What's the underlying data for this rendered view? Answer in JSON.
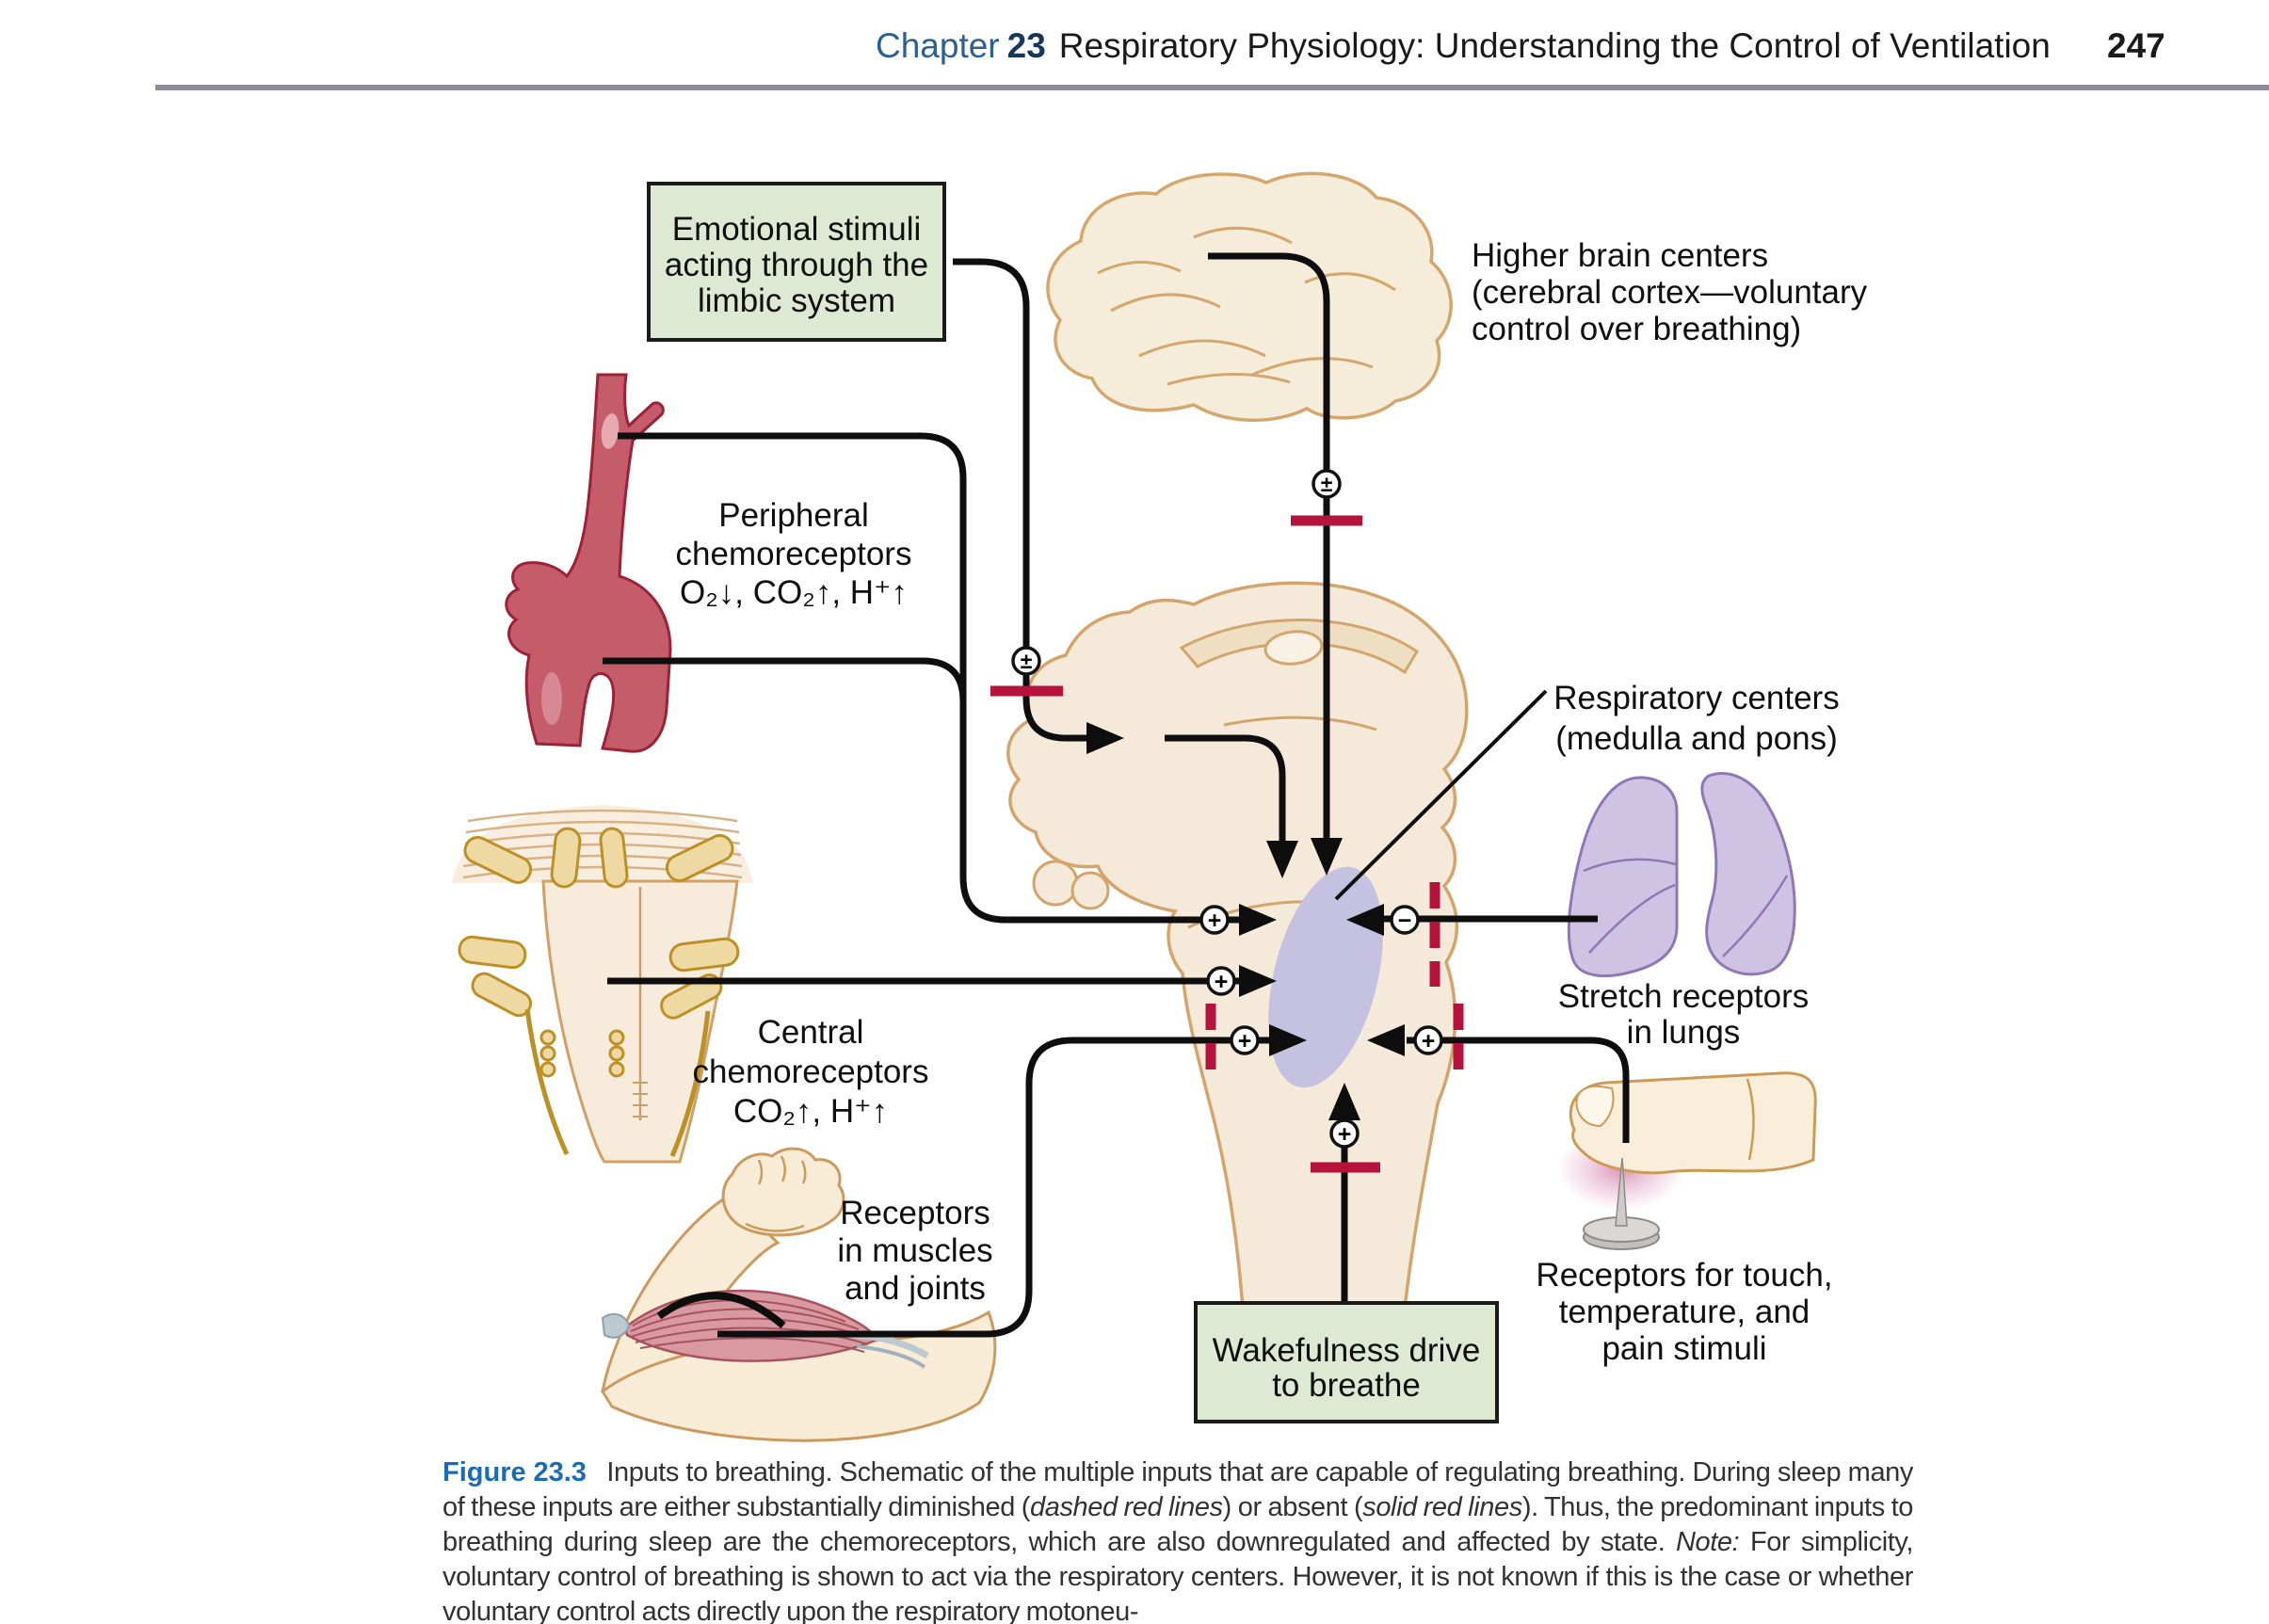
{
  "header": {
    "chapter_label": "Chapter",
    "chapter_number": "23",
    "title": "Respiratory Physiology: Understanding the Control of Ventilation",
    "page_number": "247"
  },
  "figure": {
    "boxes": {
      "emotional": {
        "lines": [
          "Emotional stimuli",
          "acting through the",
          "limbic system"
        ]
      },
      "wakefulness": {
        "lines": [
          "Wakefulness drive",
          "to breathe"
        ]
      }
    },
    "labels": {
      "higher_brain": {
        "lines": [
          "Higher brain centers",
          "(cerebral cortex—voluntary",
          "control over breathing)"
        ]
      },
      "peripheral": {
        "lines": [
          "Peripheral",
          "chemoreceptors",
          "O₂↓, CO₂↑, H⁺↑"
        ]
      },
      "respiratory_centers": {
        "lines": [
          "Respiratory centers",
          "(medulla and pons)"
        ]
      },
      "stretch": {
        "lines": [
          "Stretch receptors",
          "in lungs"
        ]
      },
      "central": {
        "lines": [
          "Central",
          "chemoreceptors",
          "CO₂↑, H⁺↑"
        ]
      },
      "muscles": {
        "lines": [
          "Receptors",
          "in muscles",
          "and joints"
        ]
      },
      "touch": {
        "lines": [
          "Receptors for touch,",
          "temperature, and",
          "pain stimuli"
        ]
      }
    },
    "symbols": {
      "plus": "+",
      "minus": "−",
      "plus_minus": "±"
    },
    "colors": {
      "box_green": "#dde9d2",
      "inhibit_red": "#b5123c",
      "line_black": "#0e0e0e",
      "respiratory_center_purple": "#c5c2e1",
      "lung_purple": "#cfc3e4",
      "artery_red": "#c45c6a",
      "tissue_beige": "#f5ead9"
    }
  },
  "caption": {
    "segments": [
      {
        "style": "figlabel",
        "text": "Figure 23.3"
      },
      {
        "style": "normal",
        "text": " Inputs to breathing. Schematic of the multiple inputs that are capable of regulating breathing. During sleep many of these inputs are either substantially diminished ("
      },
      {
        "style": "italic",
        "text": "dashed red lines"
      },
      {
        "style": "normal",
        "text": ") or absent ("
      },
      {
        "style": "italic",
        "text": "solid red lines"
      },
      {
        "style": "normal",
        "text": "). Thus, the predominant inputs to breathing during sleep are the chemoreceptors, which are also downregulated and affected by state. "
      },
      {
        "style": "italic",
        "text": "Note:"
      },
      {
        "style": "normal",
        "text": " For simplicity, voluntary control of breathing is shown to act via the respiratory centers. However, it is not known if this is the case or whether voluntary control acts directly upon the respiratory motoneu-"
      }
    ]
  }
}
